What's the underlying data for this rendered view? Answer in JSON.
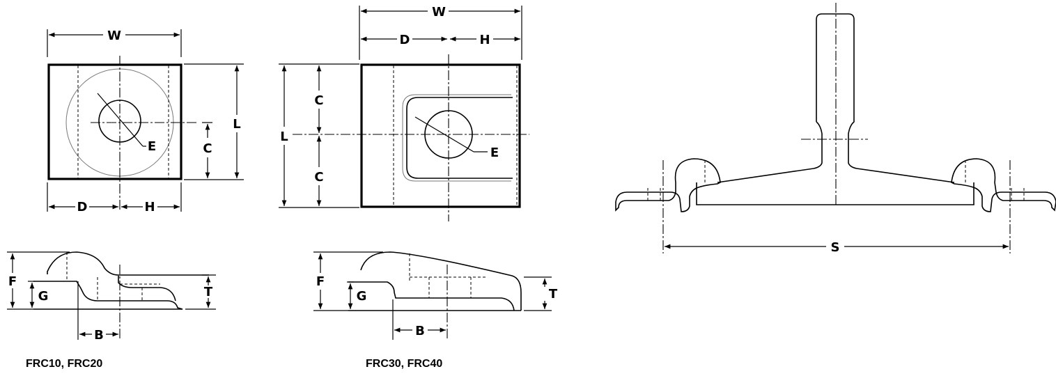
{
  "captions": {
    "left_part": "FRC10, FRC20",
    "middle_part": "FRC30, FRC40"
  },
  "dimensions": {
    "W": "W",
    "L": "L",
    "C": "C",
    "D": "D",
    "H": "H",
    "E": "E",
    "F": "F",
    "G": "G",
    "T": "T",
    "B": "B",
    "S": "S"
  }
}
